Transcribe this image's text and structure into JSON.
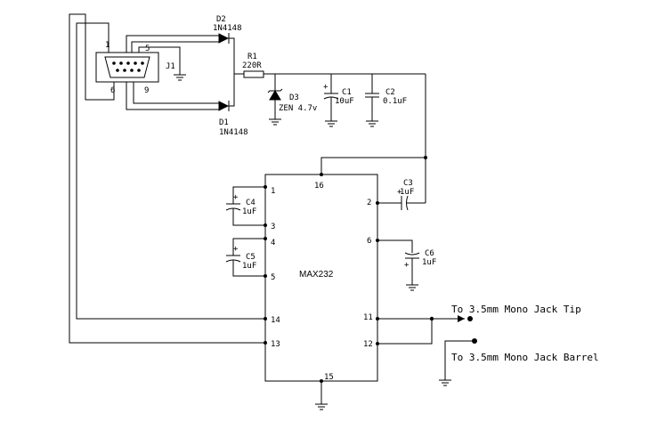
{
  "connector": {
    "ref": "J1",
    "pins": [
      "1",
      "5",
      "6",
      "9"
    ]
  },
  "diodes": [
    {
      "ref": "D2",
      "part": "1N4148"
    },
    {
      "ref": "D1",
      "part": "1N4148"
    },
    {
      "ref": "D3",
      "part": "ZEN 4.7v"
    }
  ],
  "resistor": {
    "ref": "R1",
    "value": "220R"
  },
  "capacitors": [
    {
      "ref": "C1",
      "value": "10uF"
    },
    {
      "ref": "C2",
      "value": "0.1uF"
    },
    {
      "ref": "C3",
      "value": "1uF"
    },
    {
      "ref": "C4",
      "value": "1uF"
    },
    {
      "ref": "C5",
      "value": "1uF"
    },
    {
      "ref": "C6",
      "value": "1uF"
    }
  ],
  "ic": {
    "name": "MAX232",
    "pins": [
      "1",
      "3",
      "4",
      "5",
      "14",
      "13",
      "16",
      "15",
      "2",
      "6",
      "11",
      "12"
    ]
  },
  "labels": {
    "jack_tip": "To 3.5mm Mono Jack Tip",
    "jack_barrel": "To 3.5mm Mono Jack Barrel"
  },
  "polarity_mark": "+"
}
